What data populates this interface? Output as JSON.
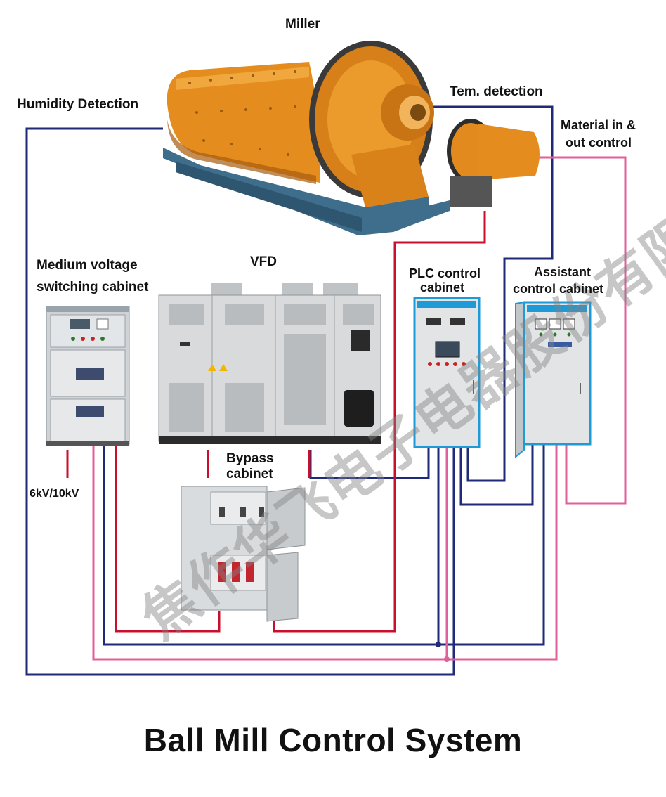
{
  "title": "Ball Mill Control System",
  "labels": {
    "miller": "Miller",
    "humidity": "Humidity Detection",
    "temp": "Tem. detection",
    "material": [
      "Material in &",
      "out control"
    ],
    "medium_voltage": [
      "Medium voltage",
      "switching cabinet"
    ],
    "vfd": "VFD",
    "plc": [
      "PLC control",
      "cabinet"
    ],
    "assistant": [
      "Assistant",
      "control cabinet"
    ],
    "bypass": [
      "Bypass",
      "cabinet"
    ],
    "voltage": "6kV/10kV"
  },
  "watermark": "焦作华飞电子电器股份有限公司",
  "colors": {
    "power_line": "#c8102e",
    "signal_line": "#1f2a78",
    "control_line": "#e0609a",
    "mill_orange": "#e0891c",
    "cabinet_gray": "#d8dadb",
    "panel_blue": "#1e9ad6"
  }
}
